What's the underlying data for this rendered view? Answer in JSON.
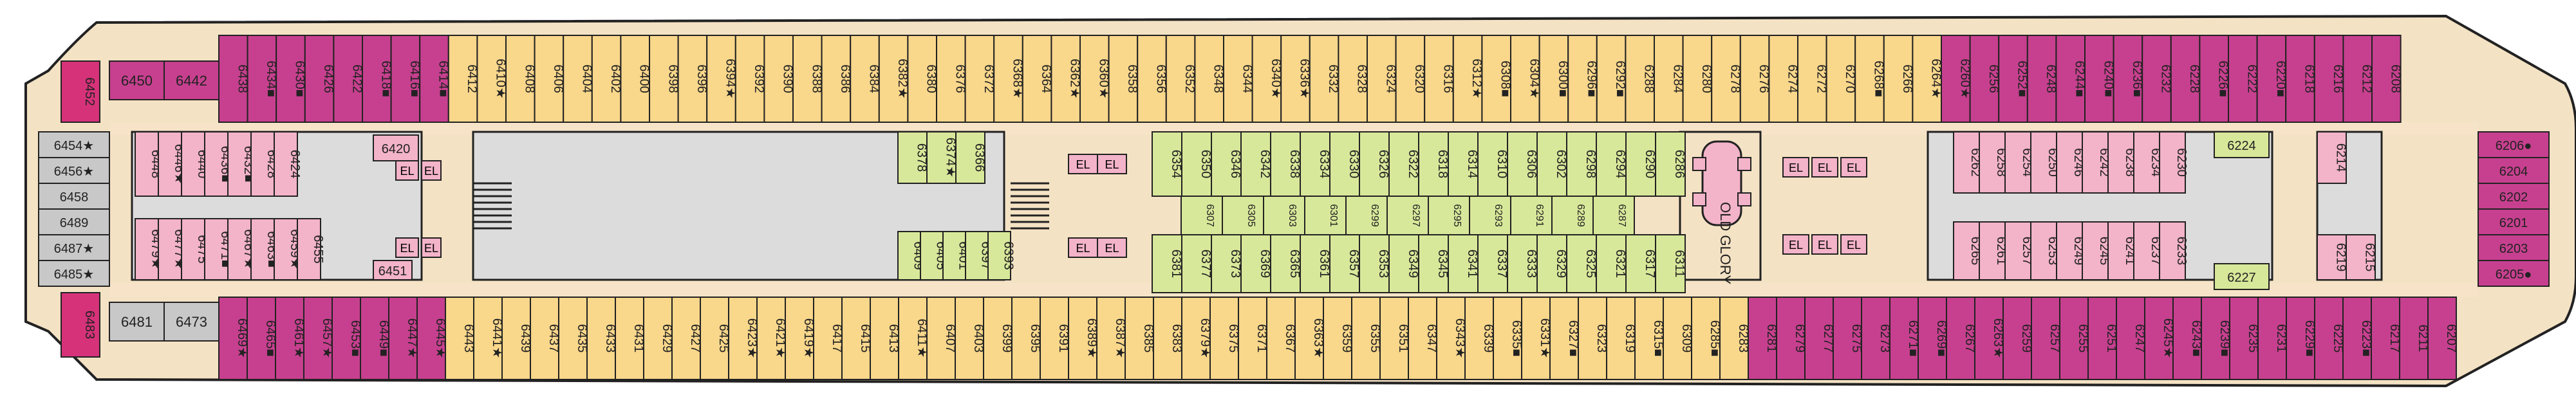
{
  "colors": {
    "outline": "#222222",
    "hull": "#f4e2c4",
    "corridor": "#f7e6cb",
    "interior": "#dcdcdc",
    "cabin_interior": "#f9d78b",
    "cabin_oceanview": "#f3b3c8",
    "cabin_balcony": "#c7408f",
    "cabin_suite": "#d8e89a",
    "cabin_gray": "#c8c8c8",
    "cabin_bright": "#d6327a"
  },
  "venue": {
    "name": "OLD GLORY"
  },
  "symbols": [
    "■",
    "★",
    "●"
  ],
  "el_label": "EL",
  "top_rooms": [
    "6450",
    "6442",
    "6438",
    "6434■",
    "6430■",
    "6426",
    "6422",
    "6418■",
    "6416■",
    "6414■",
    "6412",
    "6410★",
    "6408",
    "6406",
    "6404",
    "6402",
    "6400",
    "6398",
    "6396",
    "6394★",
    "6392",
    "6390",
    "6388",
    "6386",
    "6384",
    "6382★",
    "6380",
    "6376",
    "6372",
    "6368★",
    "6364",
    "6362★",
    "6360★",
    "6358",
    "6356",
    "6352",
    "6348",
    "6344",
    "6340★",
    "6336★",
    "6332",
    "6328",
    "6324",
    "6320",
    "6316",
    "6312★",
    "6308■",
    "6304★",
    "6300■",
    "6296■",
    "6292■",
    "6288",
    "6284",
    "6280",
    "6278",
    "6276",
    "6274",
    "6272",
    "6270",
    "6268■",
    "6266",
    "6264★",
    "6260★",
    "6256",
    "6252■",
    "6248",
    "6244■",
    "6240■",
    "6236■",
    "6232",
    "6228",
    "6226■",
    "6222",
    "6220■",
    "6218",
    "6216",
    "6212",
    "6208"
  ],
  "bottom_rooms": [
    "6481",
    "6473",
    "6469★",
    "6465■",
    "6461★",
    "6457★",
    "6453■",
    "6449■",
    "6447★",
    "6445★",
    "6443",
    "6441★",
    "6439",
    "6437",
    "6435",
    "6433",
    "6431",
    "6429",
    "6427",
    "6425",
    "6423★",
    "6421★",
    "6419★",
    "6417",
    "6415",
    "6413",
    "6411★",
    "6407",
    "6403",
    "6399",
    "6395",
    "6391",
    "6389★",
    "6387★",
    "6385",
    "6383",
    "6379★",
    "6375",
    "6371",
    "6367",
    "6363★",
    "6359",
    "6355",
    "6351",
    "6347",
    "6343★",
    "6339",
    "6335■",
    "6331★",
    "6327■",
    "6323",
    "6319",
    "6315■",
    "6309",
    "6285■",
    "6283",
    "6281",
    "6279",
    "6277",
    "6275",
    "6273",
    "6271■",
    "6269■",
    "6267",
    "6263★",
    "6259",
    "6257",
    "6255",
    "6251",
    "6247",
    "6245★",
    "6243■",
    "6239■",
    "6235",
    "6231",
    "6229■",
    "6225",
    "6223■",
    "6217",
    "6211",
    "6207"
  ],
  "aft_rooms": [
    "6454★",
    "6456★",
    "6458",
    "6489",
    "6487★",
    "6485★"
  ],
  "aft_corner_rooms": [
    "6452",
    "6483"
  ],
  "fwd_rooms": [
    "6206●",
    "6204",
    "6202",
    "6201",
    "6203",
    "6205●"
  ],
  "aft_inner_top": [
    "6448",
    "6446★",
    "6440",
    "6436■",
    "6432■",
    "6428",
    "6424"
  ],
  "aft_inner_bottom": [
    "6479★",
    "6477★",
    "6475",
    "6471■",
    "6467★",
    "6463■",
    "6459★",
    "6455"
  ],
  "aft_single": {
    "top": "6420",
    "bottom": "6451"
  },
  "mid_left_top": [
    "6378",
    "6374★",
    "6366"
  ],
  "mid_left_bottom": [
    "6409",
    "6405",
    "6401",
    "6397",
    "6393"
  ],
  "mid_top": [
    "6354",
    "6350",
    "6346",
    "6342",
    "6338",
    "6334",
    "6330",
    "6326",
    "6322",
    "6318",
    "6314",
    "6310",
    "6306",
    "6302",
    "6298",
    "6294",
    "6290",
    "6286"
  ],
  "mid_inner_top": [
    "6307",
    "6305",
    "6303",
    "6301",
    "6299",
    "6297",
    "6295",
    "6293",
    "6291",
    "6289",
    "6287"
  ],
  "mid_bottom": [
    "6381",
    "6377",
    "6373",
    "6369",
    "6365",
    "6361",
    "6357",
    "6353",
    "6349",
    "6345",
    "6341",
    "6337",
    "6333",
    "6329",
    "6325",
    "6321",
    "6317",
    "6311"
  ],
  "fwd_inner_top": [
    "6262",
    "6258",
    "6254",
    "6250",
    "6246",
    "6242",
    "6238",
    "6234",
    "6230"
  ],
  "fwd_inner_bottom": [
    "6265",
    "6261",
    "6257",
    "6253",
    "6249",
    "6245",
    "6241",
    "6237",
    "6233"
  ],
  "fwd_single": {
    "top": "6224",
    "bottom": "6227"
  },
  "fwd_far": {
    "top": "6214",
    "bottom": "6219",
    "bottom2": "6215"
  }
}
